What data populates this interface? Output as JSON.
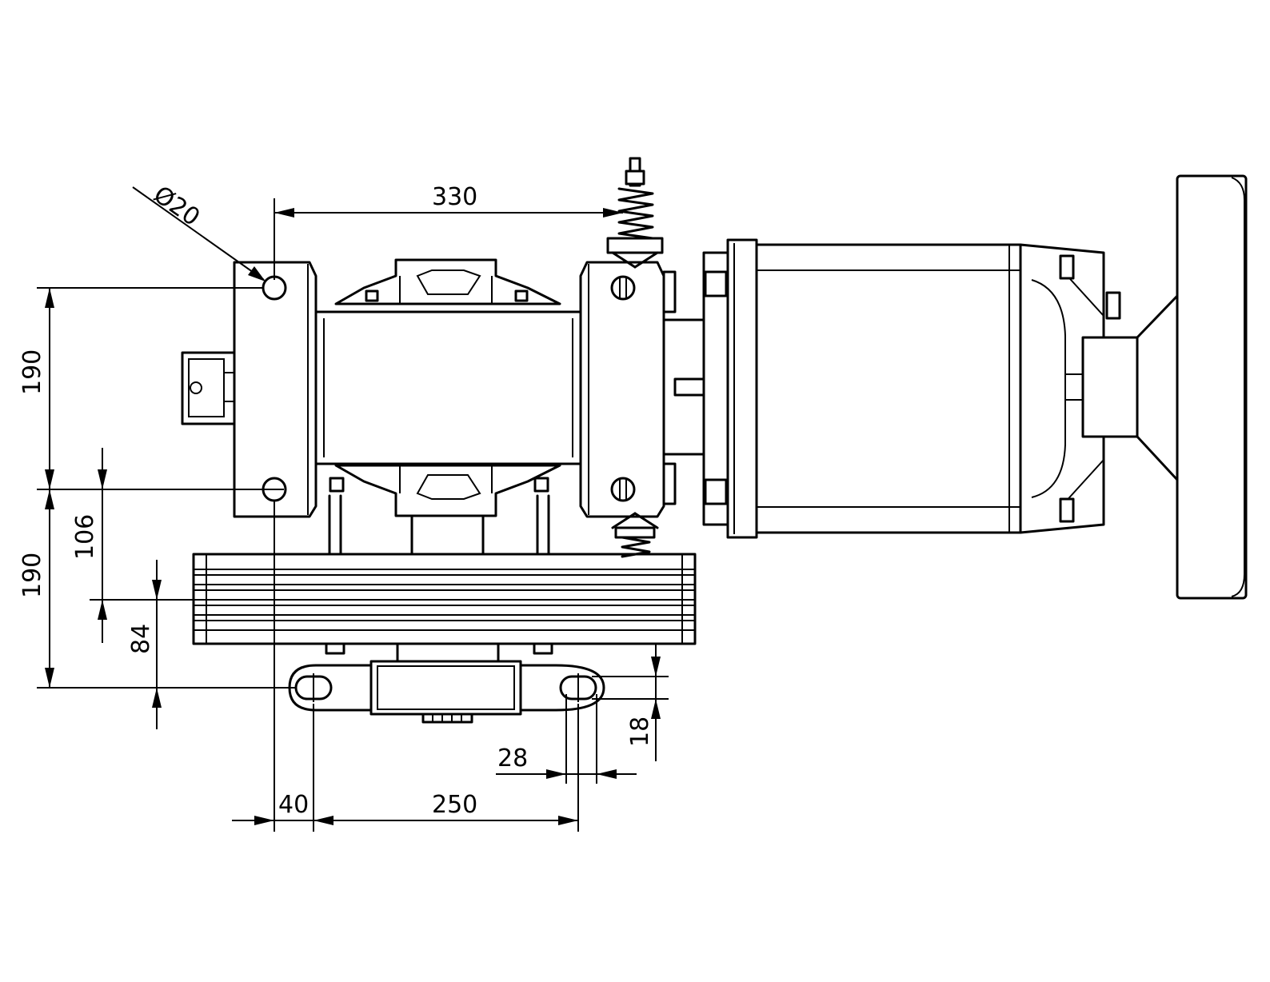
{
  "dimensions": {
    "dia_hole": "Ø20",
    "span_330": "330",
    "height_190_top": "190",
    "height_190_bottom": "190",
    "height_106": "106",
    "height_84": "84",
    "slot_18": "18",
    "slot_28": "28",
    "offset_40": "40",
    "span_250": "250"
  },
  "colors": {
    "line": "#000000",
    "background": "#ffffff"
  }
}
